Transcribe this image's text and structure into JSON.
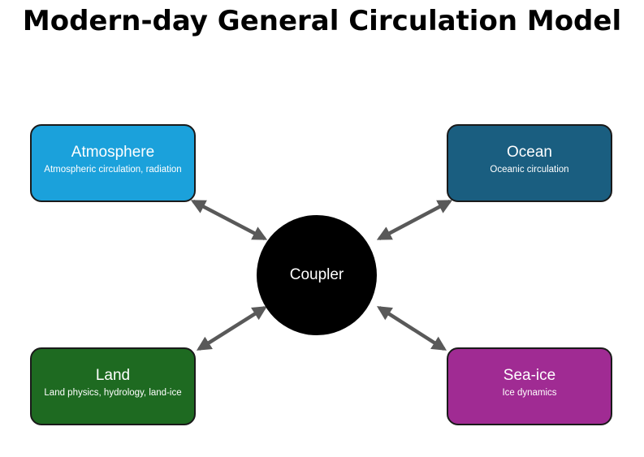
{
  "title": "Modern-day General Circulation Model",
  "colors": {
    "atmosphere": "#1BA1DB",
    "ocean": "#1A5E80",
    "land": "#1E6A21",
    "seaice": "#A02B93",
    "coupler": "#000000",
    "arrow": "#595959"
  },
  "coupler": {
    "label": "Coupler"
  },
  "components": {
    "atmosphere": {
      "name": "Atmosphere",
      "description": "Atmospheric circulation, radiation"
    },
    "ocean": {
      "name": "Ocean",
      "description": "Oceanic circulation"
    },
    "land": {
      "name": "Land",
      "description": "Land physics, hydrology, land-ice"
    },
    "seaice": {
      "name": "Sea-ice",
      "description": "Ice dynamics"
    }
  },
  "connections": [
    {
      "from": "atmosphere",
      "to": "coupler",
      "bidirectional": true
    },
    {
      "from": "ocean",
      "to": "coupler",
      "bidirectional": true
    },
    {
      "from": "land",
      "to": "coupler",
      "bidirectional": true
    },
    {
      "from": "seaice",
      "to": "coupler",
      "bidirectional": true
    }
  ]
}
